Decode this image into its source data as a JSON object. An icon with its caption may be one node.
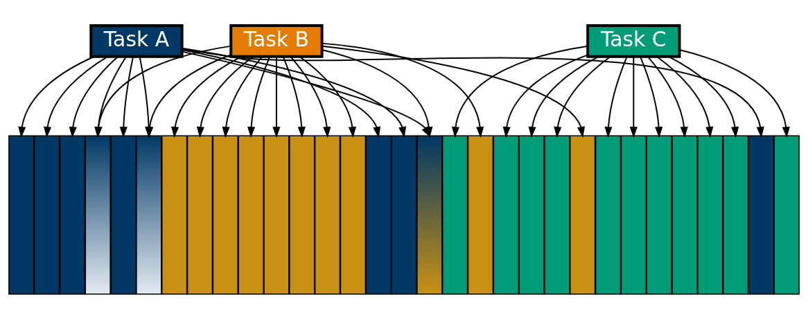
{
  "diagram": {
    "nodes": [
      {
        "text": [
          "Task A"
        ]
      },
      {
        "text": [
          "Task B"
        ]
      },
      {
        "text": [
          "Task C"
        ]
      },
      {
        "text": [],
        "shape": "bar"
      },
      {
        "text": [],
        "shape": "bar"
      },
      {
        "text": [],
        "shape": "bar"
      },
      {
        "text": [],
        "shape": "bar"
      },
      {
        "text": [],
        "shape": "bar"
      },
      {
        "text": [],
        "shape": "bar"
      },
      {
        "text": [],
        "shape": "bar"
      },
      {
        "text": [],
        "shape": "bar"
      },
      {
        "text": [],
        "shape": "bar"
      },
      {
        "text": [],
        "shape": "bar"
      },
      {
        "text": [],
        "shape": "bar"
      },
      {
        "text": [],
        "shape": "bar"
      },
      {
        "text": [],
        "shape": "bar"
      },
      {
        "text": [],
        "shape": "bar"
      },
      {
        "text": [],
        "shape": "bar"
      },
      {
        "text": [],
        "shape": "bar"
      },
      {
        "text": [],
        "shape": "bar"
      },
      {
        "text": [],
        "shape": "bar"
      },
      {
        "text": [],
        "shape": "bar"
      },
      {
        "text": [],
        "shape": "bar"
      },
      {
        "text": [],
        "shape": "bar"
      },
      {
        "text": [],
        "shape": "bar"
      },
      {
        "text": [],
        "shape": "bar"
      },
      {
        "text": [],
        "shape": "bar"
      },
      {
        "text": [],
        "shape": "bar"
      },
      {
        "text": [],
        "shape": "bar"
      },
      {
        "text": [],
        "shape": "bar"
      },
      {
        "text": [],
        "shape": "bar"
      },
      {
        "text": [],
        "shape": "bar"
      },
      {
        "text": [],
        "shape": "bar"
      },
      {
        "text": [],
        "shape": "bar"
      }
    ],
    "edges": [
      {
        "from": 0,
        "to": 3,
        "arrow": "to"
      },
      {
        "from": 0,
        "to": 4,
        "arrow": "to"
      },
      {
        "from": 0,
        "to": 5,
        "arrow": "to"
      },
      {
        "from": 0,
        "to": 6,
        "arrow": "to"
      },
      {
        "from": 0,
        "to": 7,
        "arrow": "to"
      },
      {
        "from": 0,
        "to": 8,
        "arrow": "to"
      },
      {
        "from": 0,
        "to": 17,
        "arrow": "to"
      },
      {
        "from": 0,
        "to": 18,
        "arrow": "to"
      },
      {
        "from": 0,
        "to": 19,
        "arrow": "to"
      },
      {
        "from": 0,
        "to": 32,
        "arrow": "to"
      },
      {
        "from": 1,
        "to": 6,
        "arrow": "to"
      },
      {
        "from": 1,
        "to": 8,
        "arrow": "to"
      },
      {
        "from": 1,
        "to": 9,
        "arrow": "to"
      },
      {
        "from": 1,
        "to": 10,
        "arrow": "to"
      },
      {
        "from": 1,
        "to": 11,
        "arrow": "to"
      },
      {
        "from": 1,
        "to": 12,
        "arrow": "to"
      },
      {
        "from": 1,
        "to": 13,
        "arrow": "to"
      },
      {
        "from": 1,
        "to": 14,
        "arrow": "to"
      },
      {
        "from": 1,
        "to": 15,
        "arrow": "to"
      },
      {
        "from": 1,
        "to": 16,
        "arrow": "to"
      },
      {
        "from": 1,
        "to": 19,
        "arrow": "to"
      },
      {
        "from": 1,
        "to": 21,
        "arrow": "to"
      },
      {
        "from": 1,
        "to": 25,
        "arrow": "to"
      },
      {
        "from": 2,
        "to": 20,
        "arrow": "to"
      },
      {
        "from": 2,
        "to": 22,
        "arrow": "to"
      },
      {
        "from": 2,
        "to": 23,
        "arrow": "to"
      },
      {
        "from": 2,
        "to": 24,
        "arrow": "to"
      },
      {
        "from": 2,
        "to": 26,
        "arrow": "to"
      },
      {
        "from": 2,
        "to": 27,
        "arrow": "to"
      },
      {
        "from": 2,
        "to": 28,
        "arrow": "to"
      },
      {
        "from": 2,
        "to": 29,
        "arrow": "to"
      },
      {
        "from": 2,
        "to": 30,
        "arrow": "to"
      },
      {
        "from": 2,
        "to": 31,
        "arrow": "to"
      },
      {
        "from": 2,
        "to": 33,
        "arrow": "to"
      }
    ]
  }
}
